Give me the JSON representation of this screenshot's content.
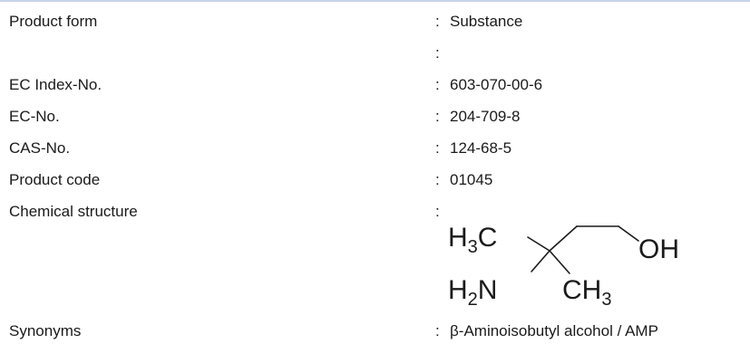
{
  "rows": [
    {
      "label": "Product form",
      "value": "Substance"
    },
    {
      "label": "",
      "value": ""
    },
    {
      "label": "EC Index-No.",
      "value": "603-070-00-6"
    },
    {
      "label": "EC-No.",
      "value": "204-709-8"
    },
    {
      "label": "CAS-No.",
      "value": "124-68-5"
    },
    {
      "label": "Product code",
      "value": "01045"
    },
    {
      "label": "Chemical structure",
      "value": ""
    },
    {
      "label": "Synonyms",
      "value": "β-Aminoisobutyl alcohol / AMP"
    }
  ],
  "colon": ":",
  "structure": {
    "h3c_H": "H",
    "h3c_sub": "3",
    "h3c_C": "C",
    "oh": "OH",
    "h2n_H": "H",
    "h2n_sub": "2",
    "h2n_N": "N",
    "ch3_CH": "CH",
    "ch3_sub": "3"
  }
}
